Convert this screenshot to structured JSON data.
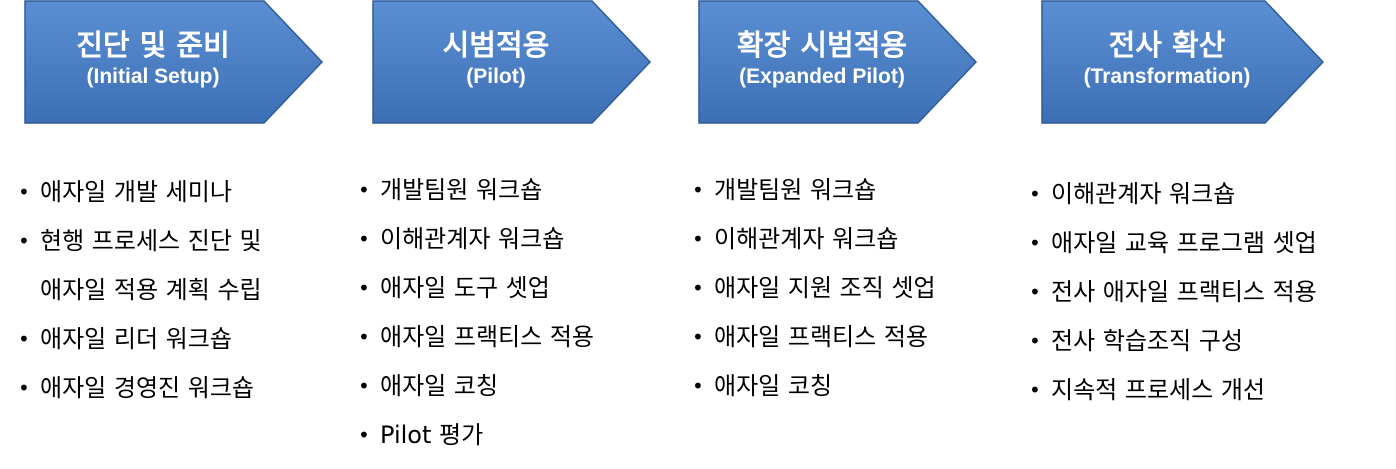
{
  "stages": [
    {
      "title": "진단 및 준비",
      "subtitle": "(Initial Setup)",
      "items": [
        "애자일 개발 세미나",
        "현행 프로세스 진단 및",
        "애자일 적용 계획 수립",
        "애자일 리더 워크숍",
        "애자일 경영진 워크숍"
      ],
      "continuation_index": 2
    },
    {
      "title": "시범적용",
      "subtitle": "(Pilot)",
      "items": [
        "개발팀원 워크숍",
        "이해관계자 워크숍",
        "애자일 도구 셋업",
        "애자일 프랙티스 적용",
        "애자일 코칭",
        "Pilot 평가"
      ]
    },
    {
      "title": "확장 시범적용",
      "subtitle": "(Expanded Pilot)",
      "items": [
        "개발팀원 워크숍",
        "이해관계자 워크숍",
        "애자일 지원 조직 셋업",
        "애자일 프랙티스 적용",
        "애자일 코칭"
      ]
    },
    {
      "title": "전사 확산",
      "subtitle": "(Transformation)",
      "items": [
        "이해관계자 워크숍",
        "애자일 교육 프로그램 셋업",
        "전사 애자일 프랙티스 적용",
        "전사 학습조직 구성",
        "지속적 프로세스 개선"
      ]
    }
  ],
  "colors": {
    "chevron_fill_top": "#5b8fd3",
    "chevron_fill_bottom": "#3d6fb5",
    "chevron_stroke": "#2e5c9a"
  }
}
